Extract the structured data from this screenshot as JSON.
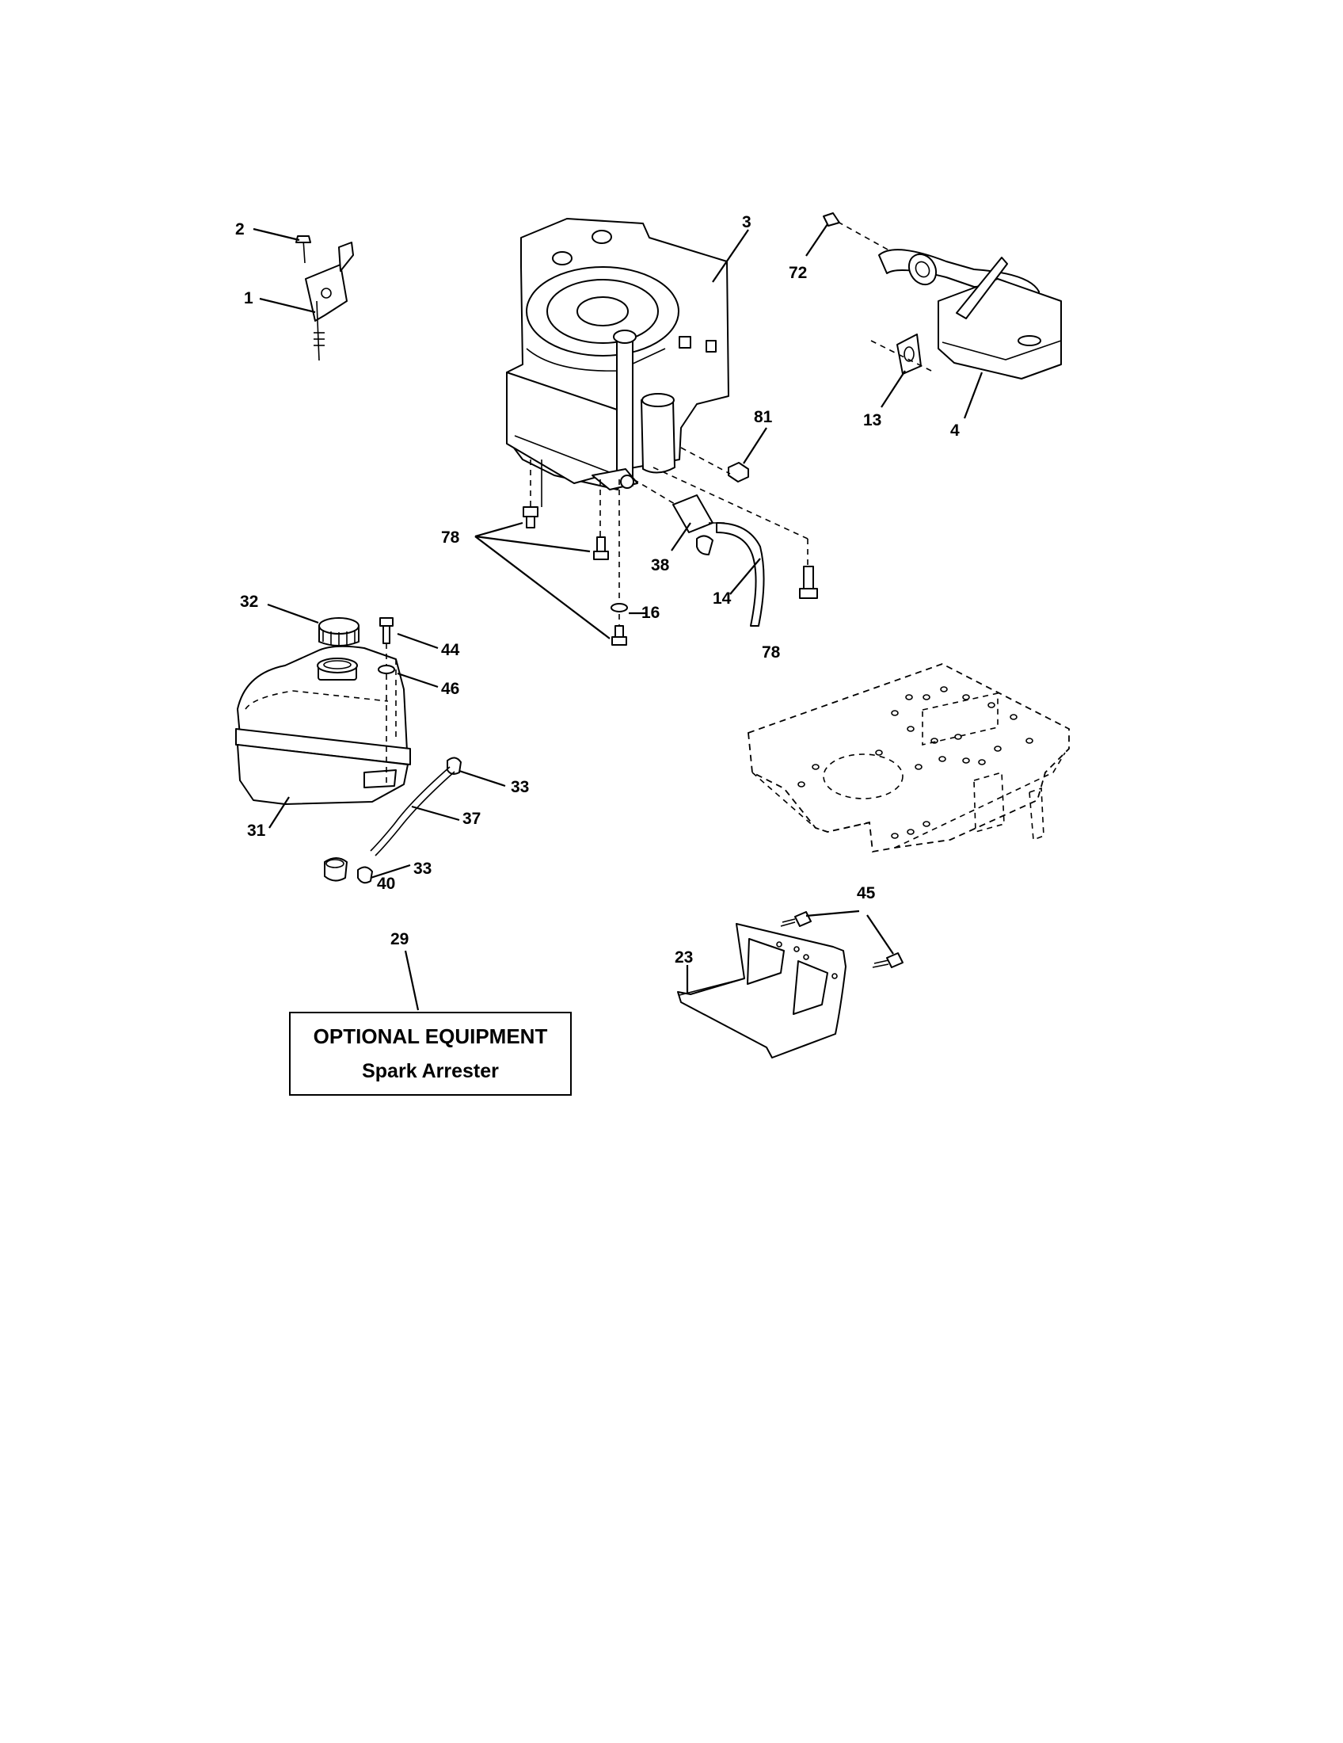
{
  "labels": {
    "p1": "1",
    "p2": "2",
    "p3": "3",
    "p4": "4",
    "p13": "13",
    "p14": "14",
    "p16": "16",
    "p23": "23",
    "p29": "29",
    "p31": "31",
    "p32": "32",
    "p33a": "33",
    "p33b": "33",
    "p37": "37",
    "p38": "38",
    "p40": "40",
    "p44": "44",
    "p45": "45",
    "p46": "46",
    "p72": "72",
    "p78a": "78",
    "p78b": "78",
    "p81": "81"
  },
  "optional_box": {
    "title": "OPTIONAL EQUIPMENT",
    "subtitle": "Spark Arrester"
  }
}
